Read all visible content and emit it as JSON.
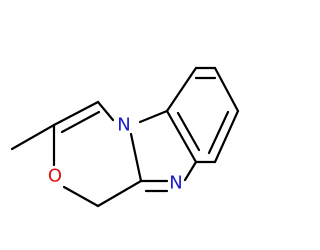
{
  "molecule": {
    "atoms": [
      {
        "id": "N1",
        "label": "N",
        "color": "#1a1acc"
      },
      {
        "id": "N2",
        "label": "N",
        "color": "#1a1acc"
      },
      {
        "id": "O1",
        "label": "O",
        "color": "#e01010"
      }
    ],
    "bond_color": "#000000"
  }
}
